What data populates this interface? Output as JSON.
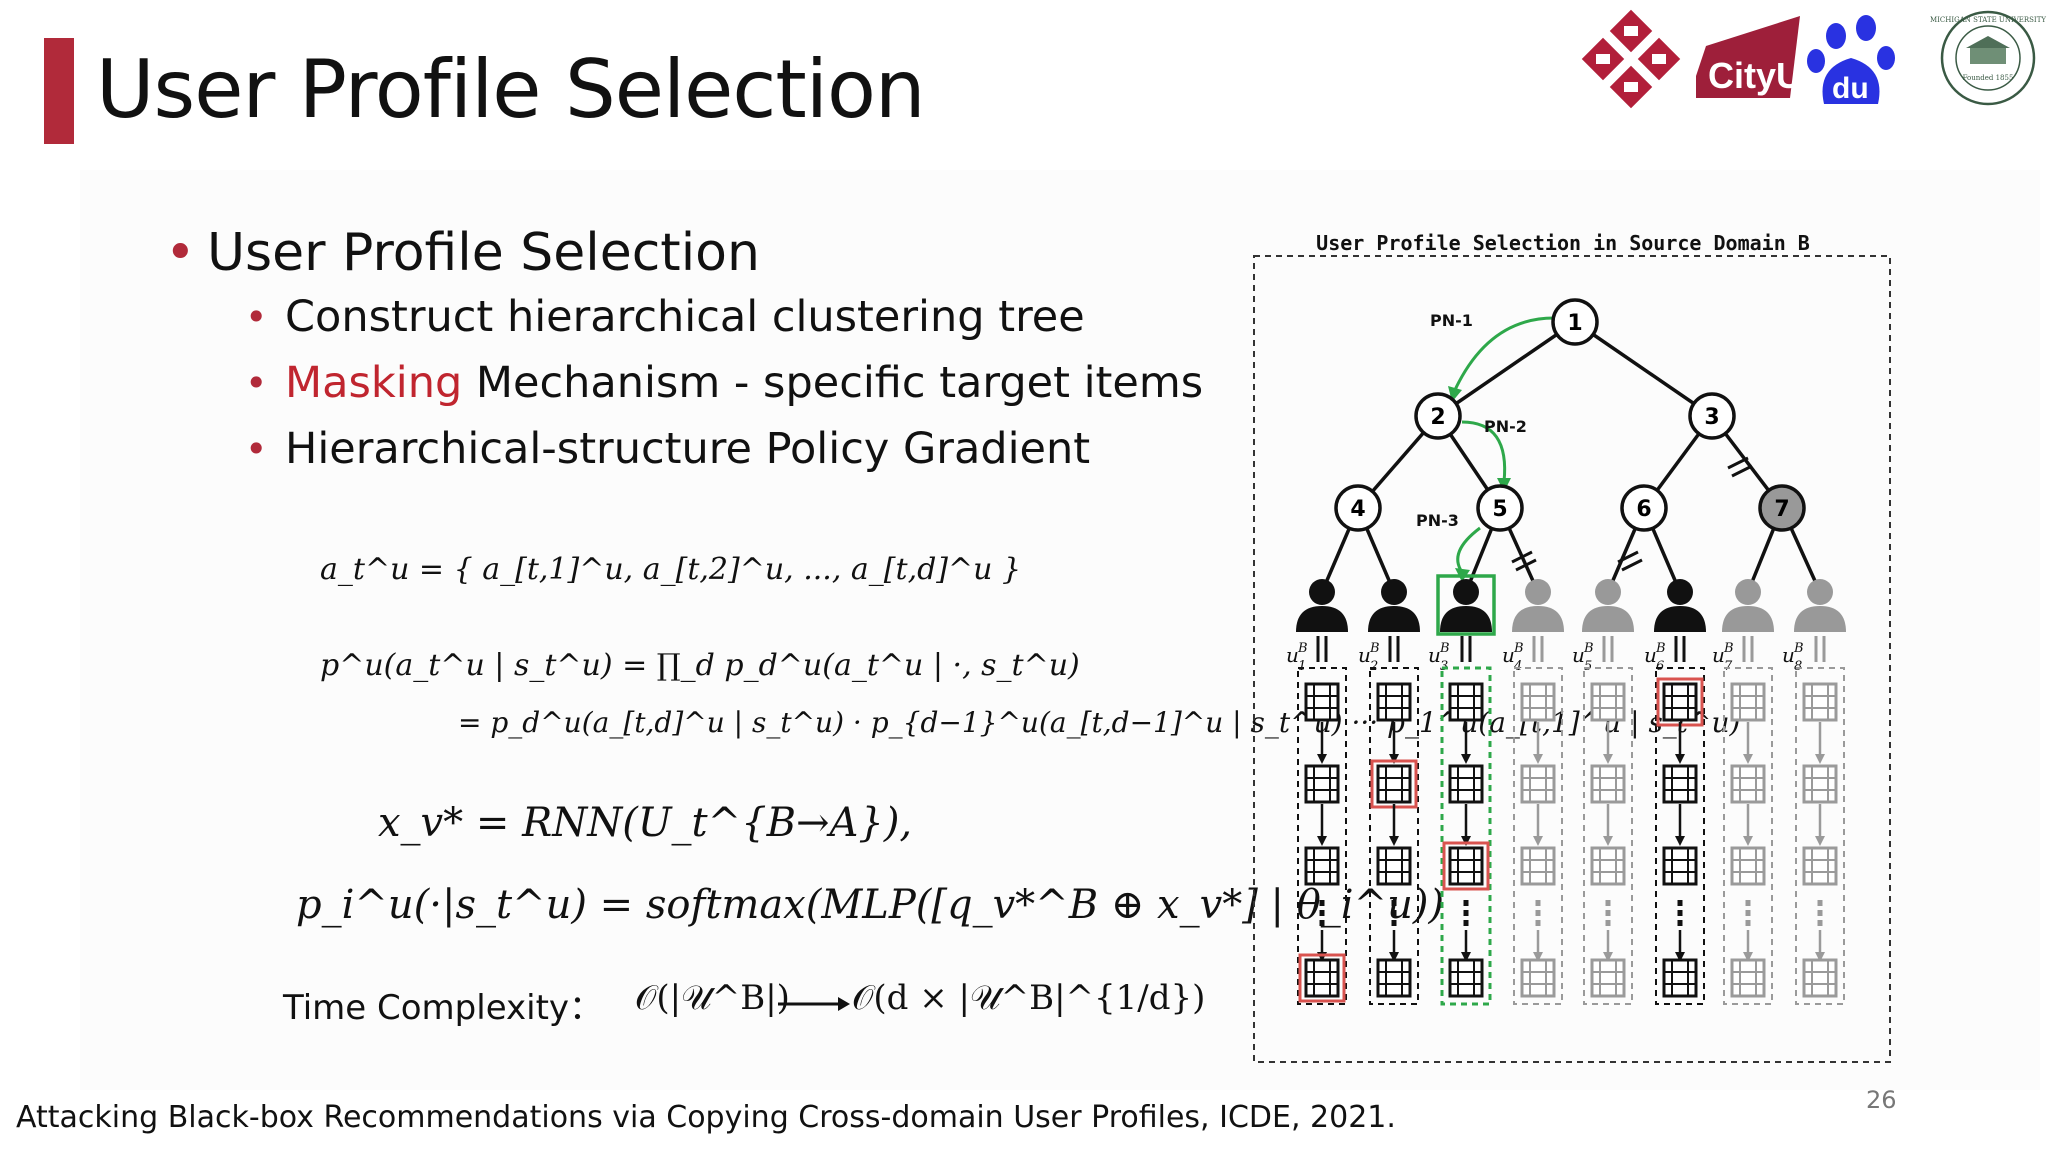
{
  "slide": {
    "title": "User Profile Selection",
    "page_number": "26",
    "citation": "Attacking Black-box Recommendations via Copying Cross-domain User Profiles, ICDE, 2021."
  },
  "logos": {
    "polyu_icon": "polyu-knot-logo",
    "cityu_text": "CityU",
    "baidu_text": "du",
    "msu_ring_text": "MICHIGAN STATE UNIVERSITY",
    "msu_center_text": "Founded 1855"
  },
  "bullets": {
    "main": "User Profile Selection",
    "sub1": "Construct hierarchical clustering tree",
    "sub2_highlight": "Masking",
    "sub2_rest": " Mechanism - specific target items",
    "sub3": "Hierarchical-structure Policy Gradient"
  },
  "formulas": {
    "f1": "a_t^u = { a_[t,1]^u, a_[t,2]^u, ..., a_[t,d]^u }",
    "f2_lhs": "p^u(a_t^u | s_t^u) = ∏_d p_d^u(a_t^u | ·, s_t^u)",
    "f2_rhs": "= p_d^u(a_[t,d]^u | s_t^u) · p_{d−1}^u(a_[t,d−1]^u | s_t^u) ··· p_1^u(a_[t,1]^u | s_t^u)",
    "f3": "x_v* = RNN(U_t^{B→A}),",
    "f4": "p_i^u(·|s_t^u) = softmax(MLP([q_v*^B ⊕ x_v*] | θ_i^u))",
    "time_label": "Time Complexity：",
    "time_from": "𝒪(|𝒰^B|)",
    "time_to": "𝒪(d × |𝒰^B|^{1/d})"
  },
  "diagram": {
    "title": "User Profile Selection in Source Domain B",
    "nodes": [
      "1",
      "2",
      "3",
      "4",
      "5",
      "6",
      "7"
    ],
    "pn_labels": [
      "PN-1",
      "PN-2",
      "PN-3"
    ],
    "user_labels": [
      "1",
      "2",
      "3",
      "4",
      "5",
      "6",
      "7",
      "8"
    ],
    "user_superscript": "B",
    "green": "#2ea84a",
    "red_highlight": "#d9534f"
  }
}
